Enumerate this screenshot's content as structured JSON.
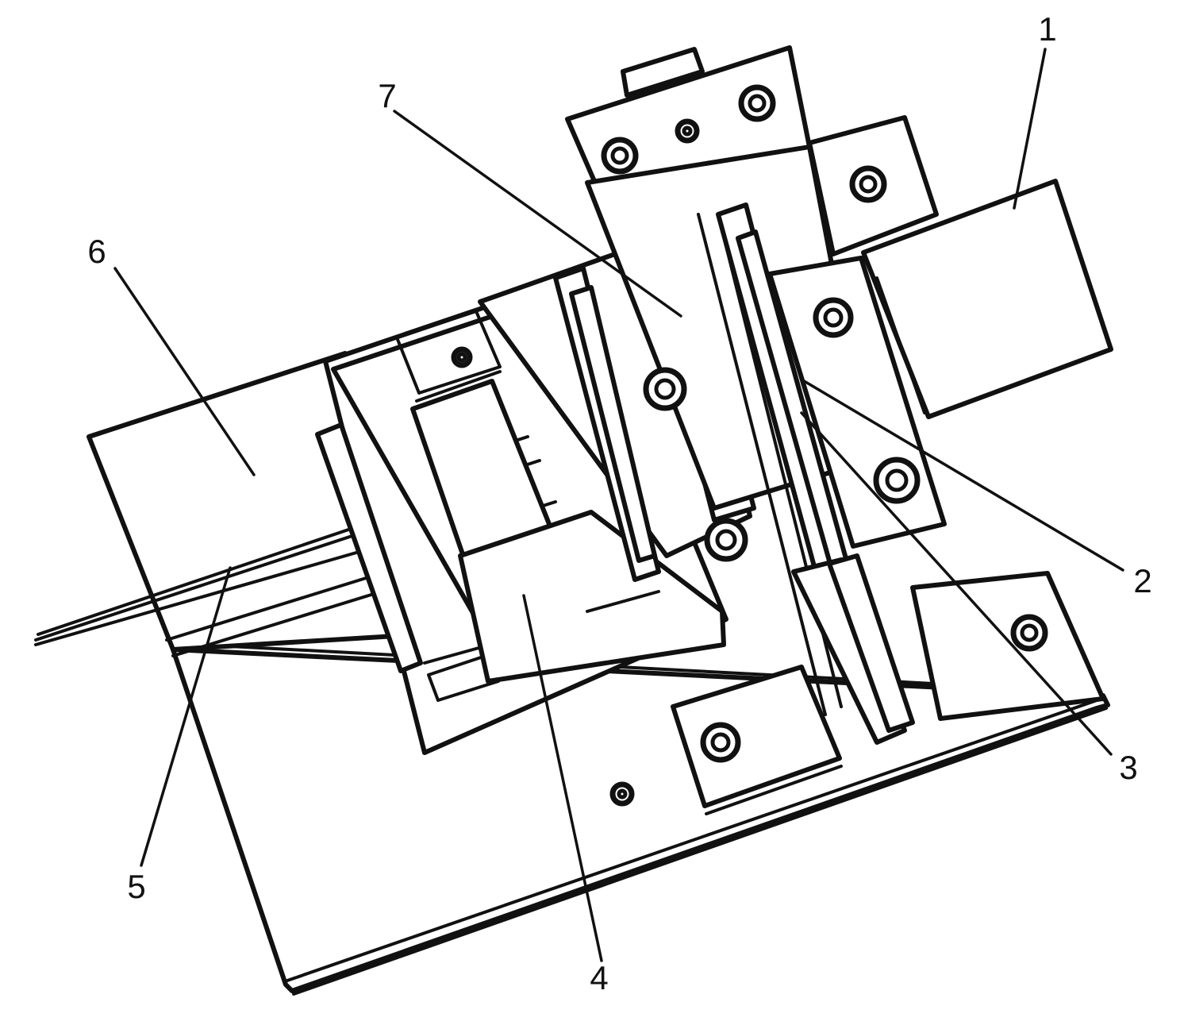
{
  "callouts": {
    "label_1": "1",
    "label_2": "2",
    "label_3": "3",
    "label_4": "4",
    "label_5": "5",
    "label_6": "6",
    "label_7": "7"
  }
}
